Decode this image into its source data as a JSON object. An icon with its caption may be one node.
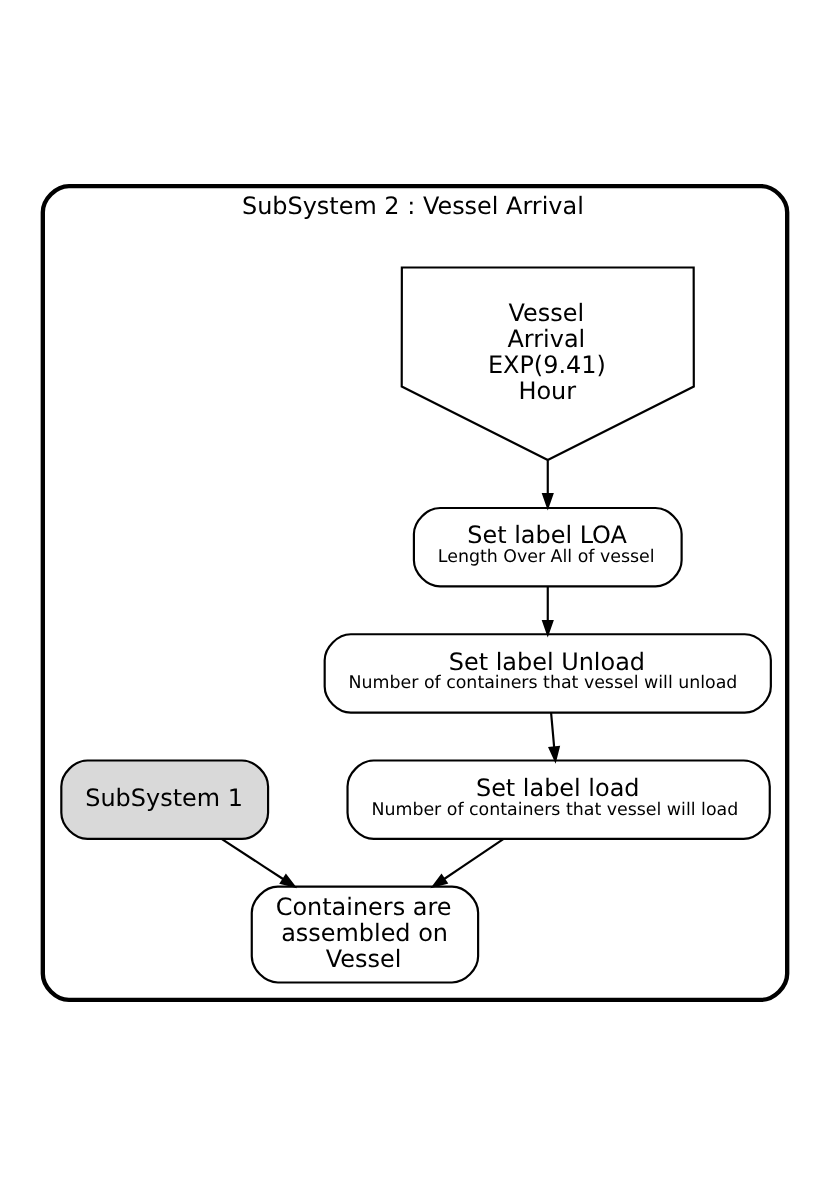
{
  "diagram": {
    "nodes": [
      {
        "text": [
          "SubSystem 2 : Vessel Arrival"
        ]
      },
      {
        "text": [
          "Vessel Arrival EXP(9.41) Hour"
        ],
        "in": 0
      },
      {
        "text": [
          "Set label LOA",
          "Length Over All of vessel"
        ],
        "in": 0
      },
      {
        "text": [
          "Set label Unload",
          "Number of containers that vessel will unload"
        ],
        "in": 0
      },
      {
        "text": [
          "Set label load",
          "Number of containers that vessel will load"
        ],
        "in": 0
      },
      {
        "text": [
          "SubSystem 1"
        ],
        "in": 0
      },
      {
        "text": [
          "Containers are assembled on Vessel"
        ],
        "in": 0
      }
    ],
    "edges": [
      {
        "from": 1,
        "to": 2,
        "arrow": "to"
      },
      {
        "from": 2,
        "to": 3,
        "arrow": "to"
      },
      {
        "from": 3,
        "to": 4,
        "arrow": "to"
      },
      {
        "from": 4,
        "to": 6,
        "arrow": "to"
      },
      {
        "from": 5,
        "to": 6,
        "arrow": "to"
      }
    ]
  }
}
